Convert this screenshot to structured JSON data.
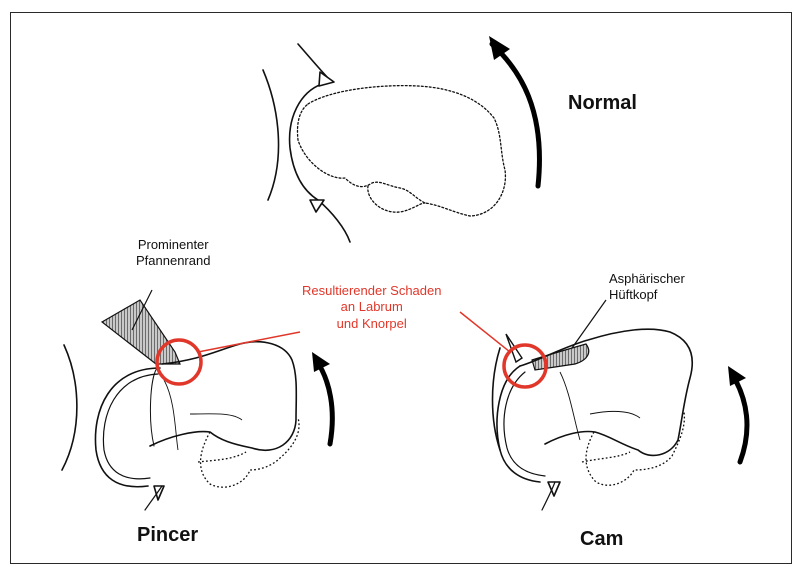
{
  "colors": {
    "accent": "#e1372a",
    "stroke": "#111111",
    "background": "#ffffff"
  },
  "labels": {
    "normal": "Normal",
    "pincer": "Pincer",
    "cam": "Cam",
    "prominent_rim": [
      "Prominenter",
      "Pfannenrand"
    ],
    "damage": [
      "Resultierender Schaden",
      "an Labrum",
      "und Knorpel"
    ],
    "aspherical_head": [
      "Asphärischer",
      "Hüftkopf"
    ]
  },
  "icons": [
    "rotation-arrow-icon",
    "damage-circle-icon",
    "leader-line-icon"
  ]
}
